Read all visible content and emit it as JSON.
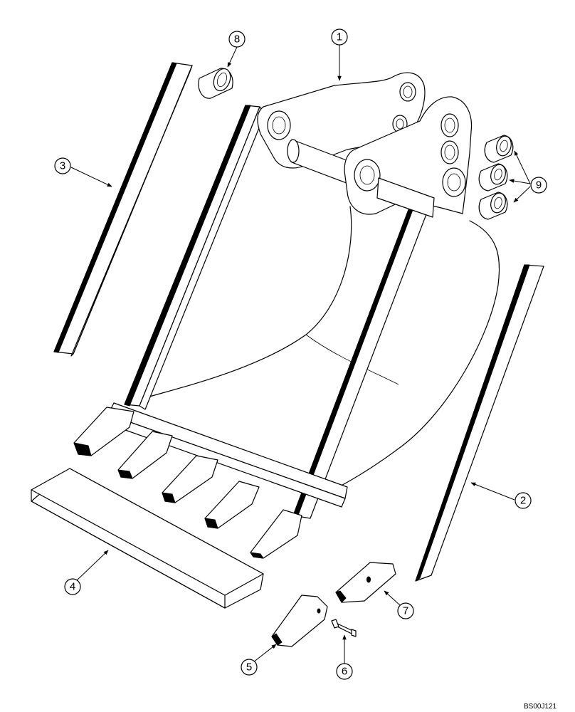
{
  "figure_id": "BS00J121",
  "callouts": [
    {
      "id": "c1",
      "label": "1"
    },
    {
      "id": "c2",
      "label": "2"
    },
    {
      "id": "c3",
      "label": "3"
    },
    {
      "id": "c4",
      "label": "4"
    },
    {
      "id": "c5",
      "label": "5"
    },
    {
      "id": "c6",
      "label": "6"
    },
    {
      "id": "c7",
      "label": "7"
    },
    {
      "id": "c8",
      "label": "8"
    },
    {
      "id": "c9",
      "label": "9"
    }
  ]
}
